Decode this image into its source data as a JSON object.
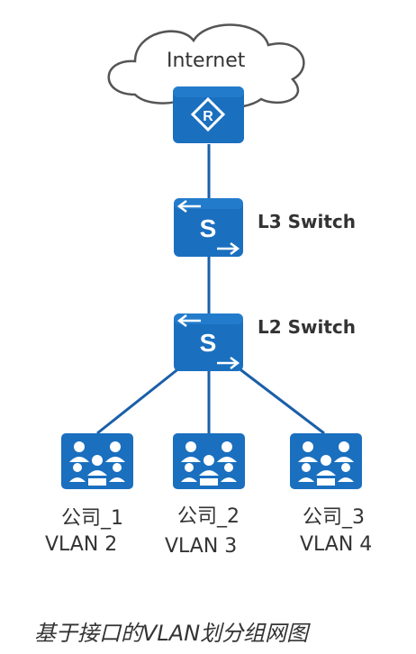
{
  "internet": {
    "label": "Internet"
  },
  "router": {
    "label": "R"
  },
  "l3_switch": {
    "icon_letter": "S",
    "label": "L3 Switch"
  },
  "l2_switch": {
    "icon_letter": "S",
    "label": "L2 Switch"
  },
  "groups": [
    {
      "name": "公司_1",
      "vlan": "VLAN 2"
    },
    {
      "name": "公司_2",
      "vlan": "VLAN 3"
    },
    {
      "name": "公司_3",
      "vlan": "VLAN 4"
    }
  ],
  "caption": "基于接口的VLAN划分组网图",
  "colors": {
    "device_blue": "#1a6fbf",
    "line_blue": "#1a5fa8",
    "cloud_stroke": "#555555"
  }
}
